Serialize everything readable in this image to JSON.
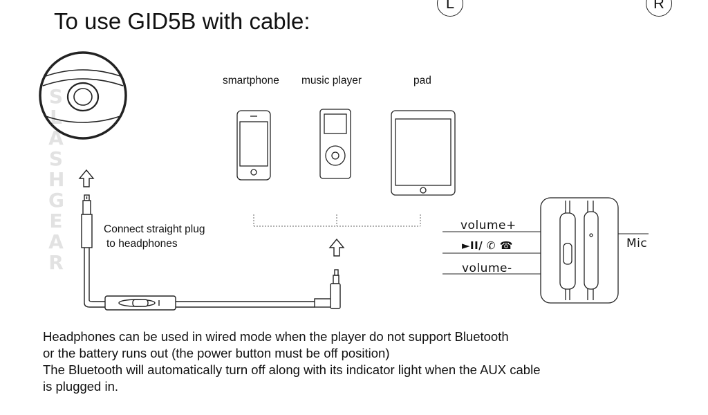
{
  "title": "To use GID5B with cable:",
  "corner_markers": {
    "left": "L",
    "right": "R"
  },
  "devices": [
    {
      "label": "smartphone"
    },
    {
      "label": "music player"
    },
    {
      "label": "pad"
    }
  ],
  "cable_note": {
    "line1": "Connect straight plug",
    "line2": "to headphones"
  },
  "remote": {
    "volume_up": "volume+",
    "play_call": "►II/",
    "volume_down": "volume-",
    "mic": "Mic"
  },
  "watermark": "SLASHGEAR",
  "paragraphs": {
    "p1_line1": "Headphones can be used in wired mode when the player do not support Bluetooth",
    "p1_line2": "or the battery runs out (the power button must be off position)",
    "p2_line1": "The Bluetooth will automatically turn off along with its indicator light when the AUX cable",
    "p2_line2": "is plugged in."
  }
}
